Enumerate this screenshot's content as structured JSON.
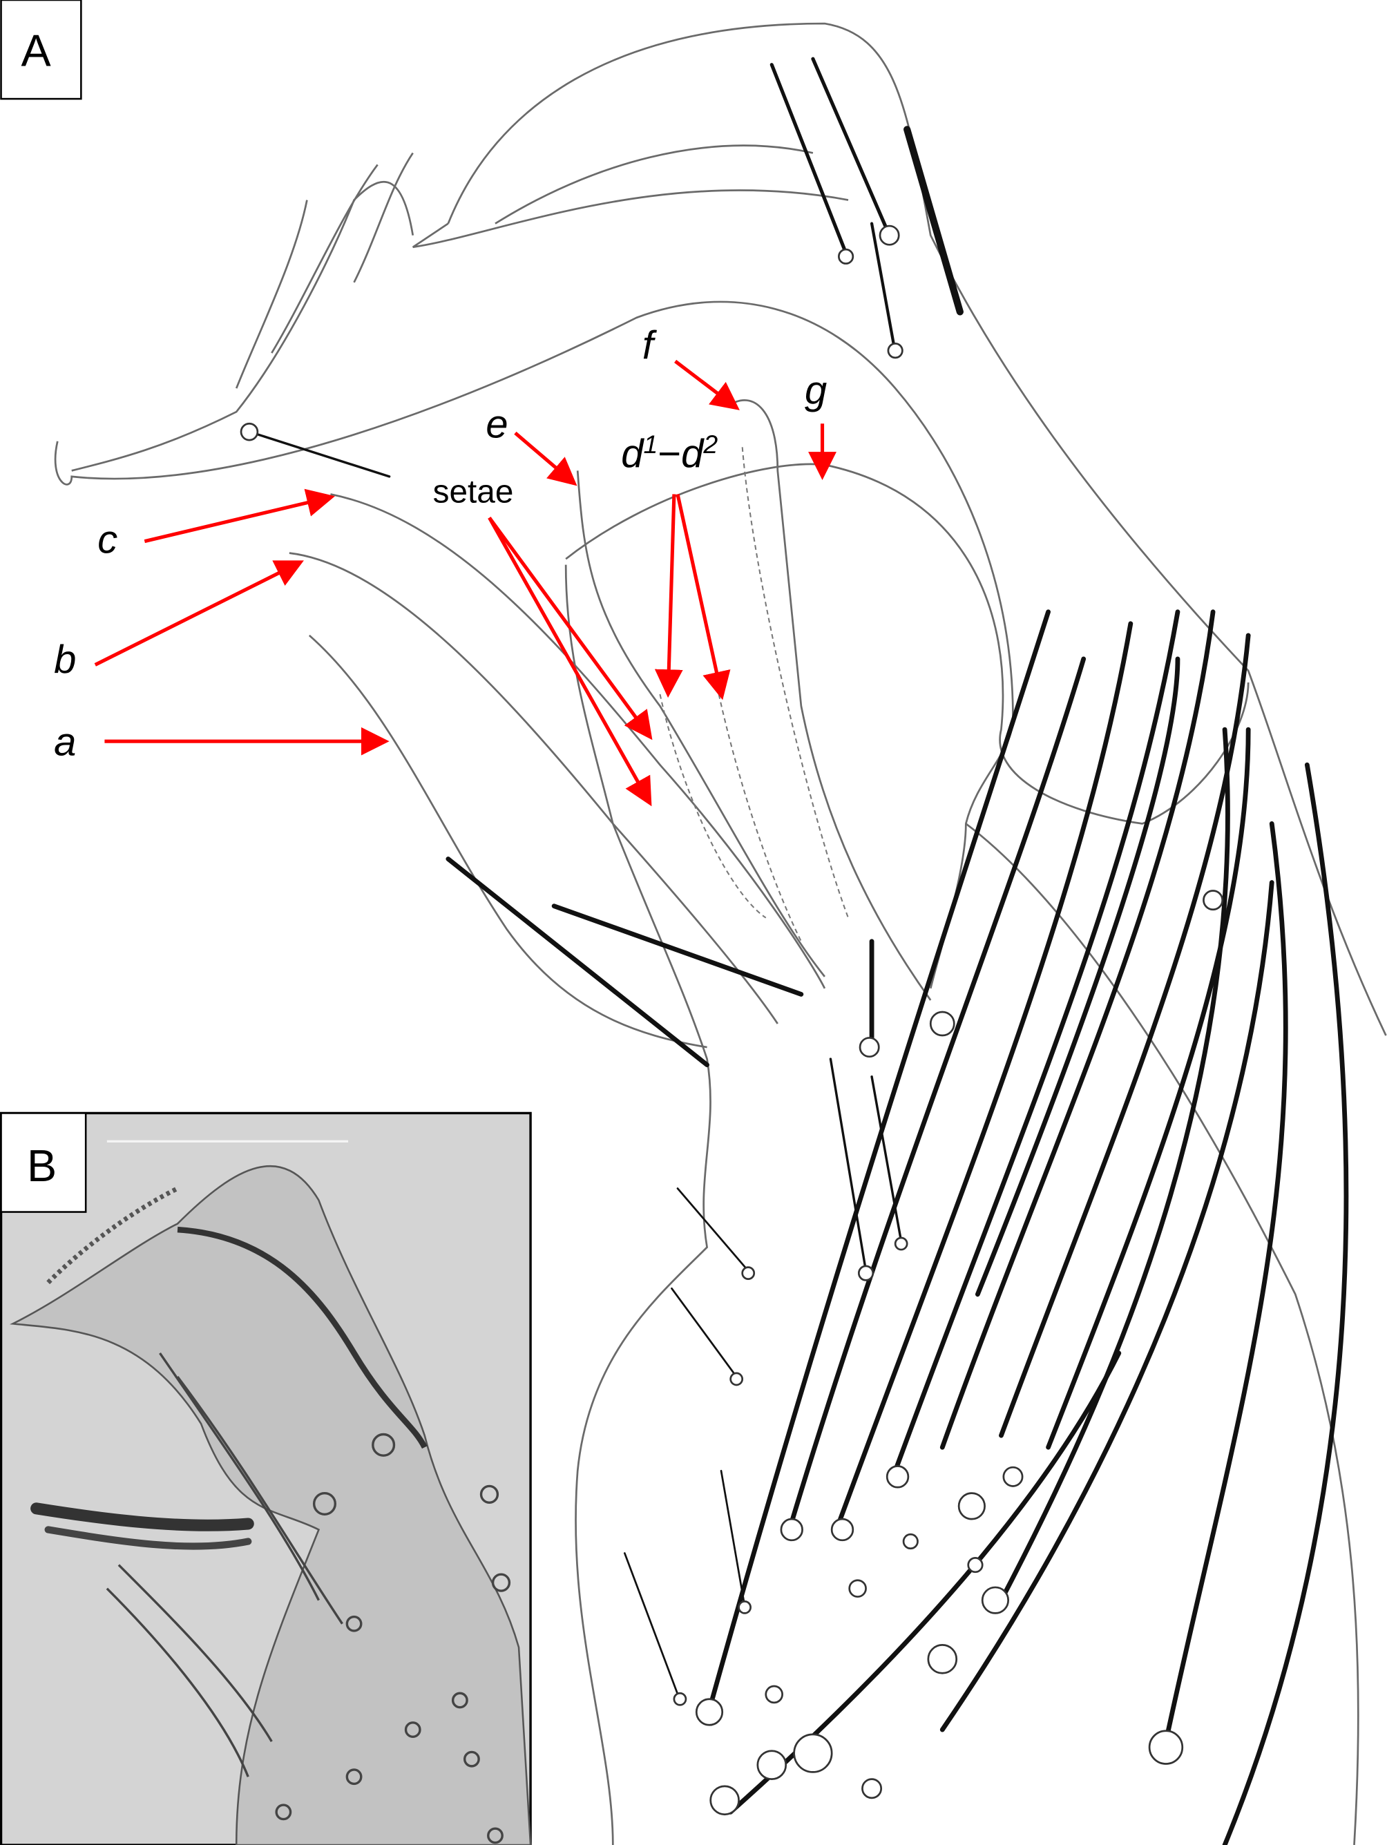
{
  "panels": {
    "a_label": "A",
    "b_label": "B"
  },
  "labels": {
    "a": "a",
    "b": "b",
    "c": "c",
    "e": "e",
    "f": "f",
    "g": "g",
    "setae": "setae",
    "d_base1": "d",
    "d_sup1": "1",
    "d_dash": "−",
    "d_base2": "d",
    "d_sup2": "2"
  },
  "colors": {
    "arrow": "#ff0000",
    "outline": "#6a6a6a",
    "seta": "#111111",
    "micrograph_bg": "#d4d4d4"
  }
}
